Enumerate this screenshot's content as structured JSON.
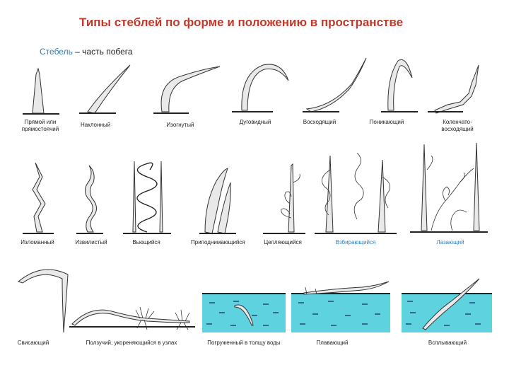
{
  "title": "Типы стеблей по форме и положению в пространстве",
  "subtitle": {
    "term": "Стебель",
    "rest": " – часть побега"
  },
  "row1": [
    {
      "line1": "Прямой или",
      "line2": "прямостоячий"
    },
    {
      "line1": "Наклонный"
    },
    {
      "line1": "Изогнутый"
    },
    {
      "line1": "Дуговидный"
    },
    {
      "line1": "Восходящий"
    },
    {
      "line1": "Поникающий"
    },
    {
      "line1": "Коленчато-",
      "line2": "восходящий"
    }
  ],
  "row2": [
    "Изломанный",
    "Извилистый",
    "Вьющийся",
    "Приподнимающийся",
    "Цепляющийся",
    "Взбирающийся",
    "Лазающий"
  ],
  "row3": {
    "l1": "Свисающий",
    "l2a": "Ползучий",
    "l2b": ", укореняющийся в узлах",
    "l3": "Погруженный в толщу воды",
    "l4": "Плавающий",
    "l5": "Всплывающий"
  },
  "colors": {
    "title": "#c0392b",
    "accent": "#2f7fc1",
    "water": "#5fd2e0"
  }
}
